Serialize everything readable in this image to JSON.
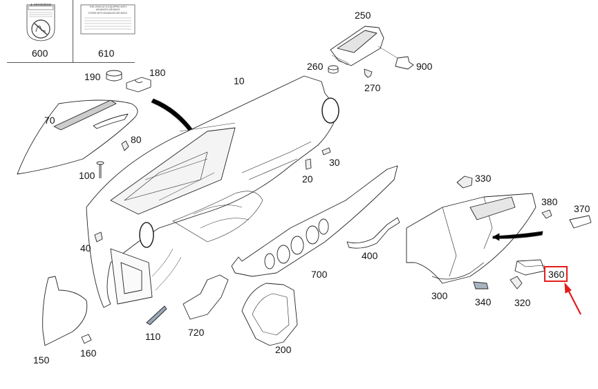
{
  "diagram": {
    "title": "Dashboard / instrument panel exploded parts view",
    "highlight_color": "#e41b1b",
    "line_color": "#222222"
  },
  "legend": {
    "items": [
      {
        "part_no": "600",
        "description": "Warning sticker",
        "header": "⚠ OBRZEŻENIE"
      },
      {
        "part_no": "610",
        "description": "Airbag info label",
        "lines": [
          "THIS VEHICLE IS EQUIPPED WITH",
          "ADVANCED AIR BAGS",
          "EVENS WITH ADVANCED AIR BAGS"
        ]
      }
    ]
  },
  "parts": {
    "p10": "10",
    "p20": "20",
    "p30": "30",
    "p40": "40",
    "p70": "70",
    "p80": "80",
    "p100": "100",
    "p110": "110",
    "p150": "150",
    "p160": "160",
    "p180": "180",
    "p190": "190",
    "p200": "200",
    "p250": "250",
    "p260": "260",
    "p270": "270",
    "p300": "300",
    "p320": "320",
    "p330": "330",
    "p340": "340",
    "p360": "360",
    "p370": "370",
    "p380": "380",
    "p400": "400",
    "p700": "700",
    "p720": "720",
    "p900": "900"
  },
  "highlighted_part": "360"
}
